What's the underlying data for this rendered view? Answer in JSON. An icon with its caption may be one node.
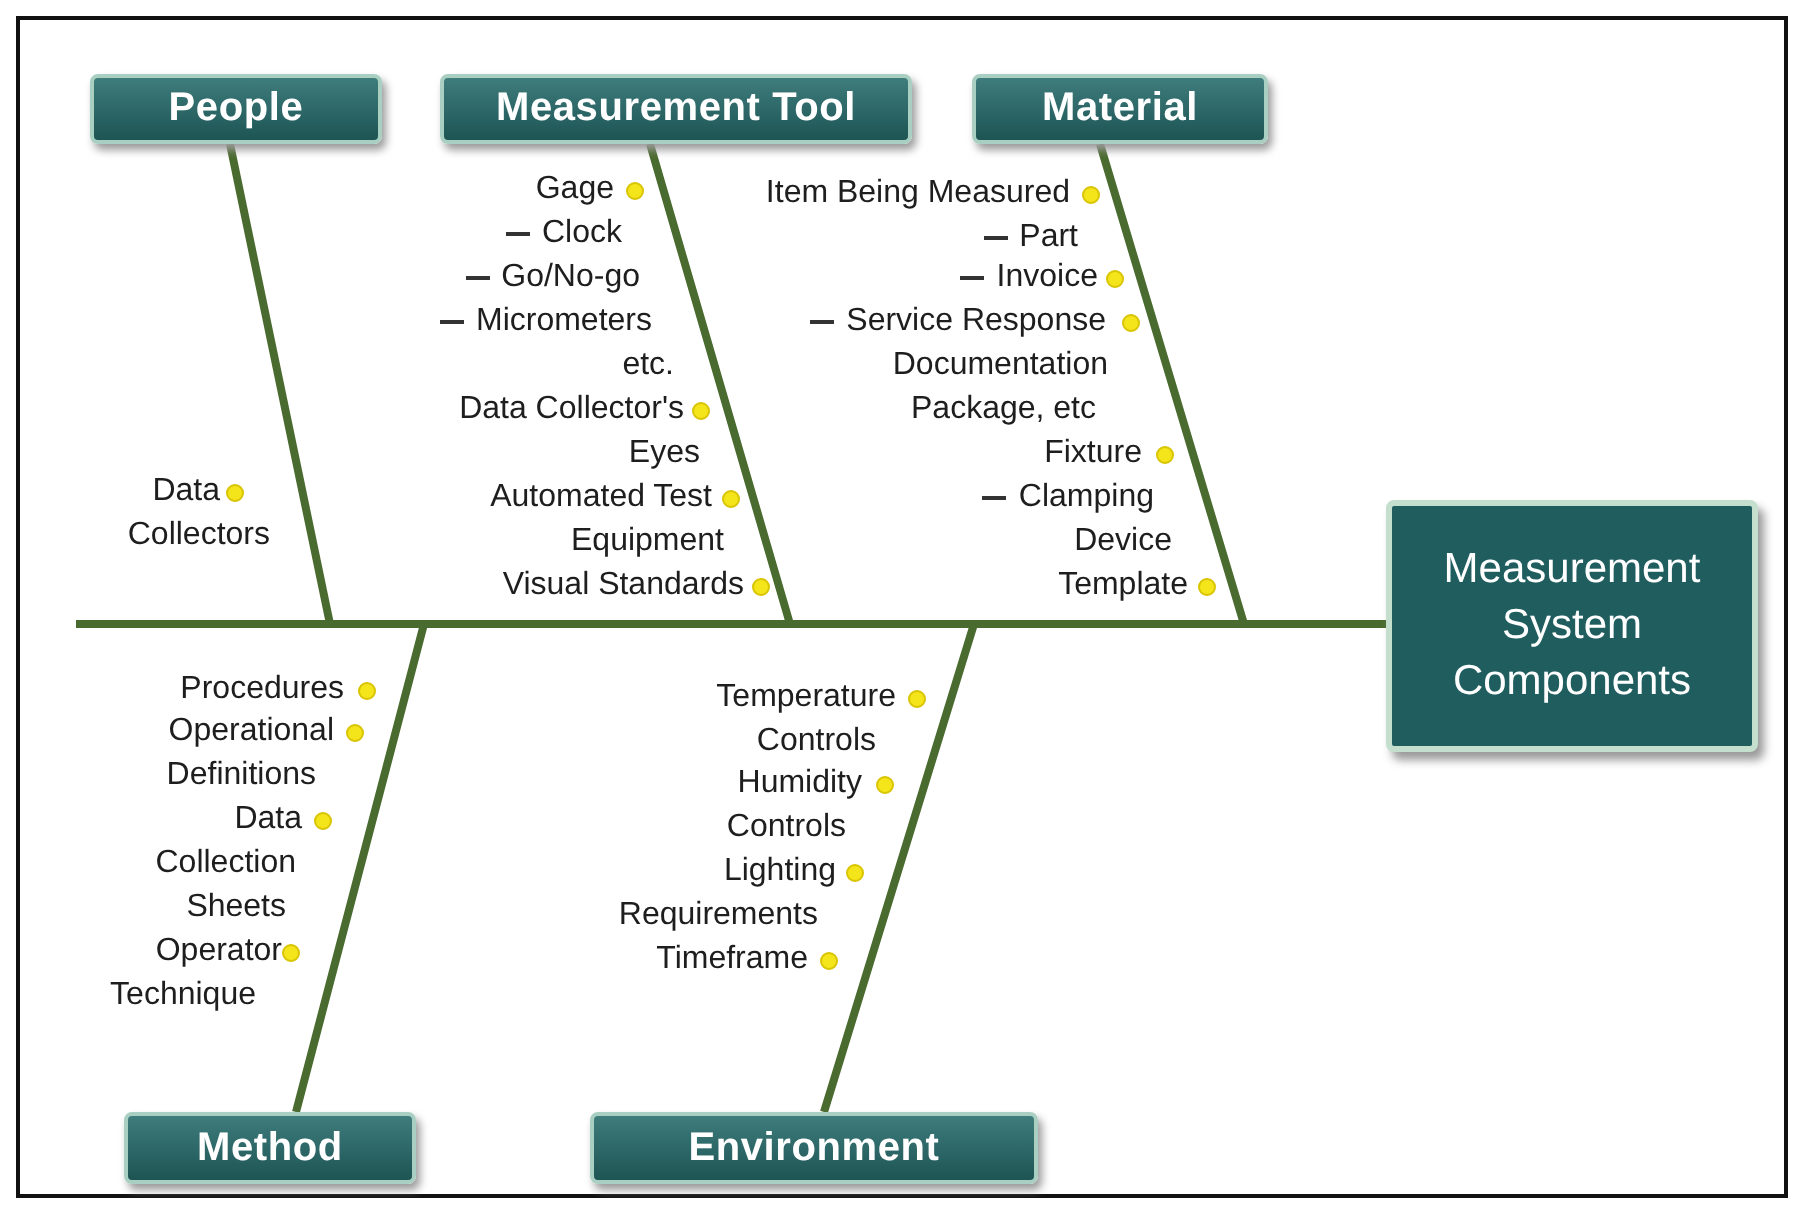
{
  "diagram": {
    "nodes": [
      {
        "text": [
          "People"
        ]
      },
      {
        "text": [
          "Measurement Tool"
        ]
      },
      {
        "text": [
          "Material"
        ]
      },
      {
        "text": [
          "Measurement System Components"
        ]
      },
      {
        "text": [
          "Method"
        ]
      },
      {
        "text": [
          "Environment"
        ]
      }
    ],
    "edges": [
      {
        "from": 0,
        "to": 3,
        "arrow": "none"
      },
      {
        "from": 1,
        "to": 3,
        "arrow": "none"
      },
      {
        "from": 2,
        "to": 3,
        "arrow": "none"
      },
      {
        "from": 4,
        "to": 3,
        "arrow": "none"
      },
      {
        "from": 5,
        "to": 3,
        "arrow": "none"
      }
    ],
    "labels": [
      "Data Collectors",
      "Gage",
      "Clock",
      "Go/No-go",
      "Micrometers etc.",
      "Data Collector's Eyes",
      "Automated Test Equipment",
      "Visual Standards",
      "Item Being Measured",
      "Part",
      "Invoice",
      "Service Response Documentation Package, etc",
      "Fixture",
      "Clamping Device",
      "Template",
      "Procedures",
      "Operational Definitions",
      "Data Collection Sheets",
      "Operator Technique",
      "Temperature Controls",
      "Humidity Controls",
      "Lighting Requirements",
      "Timeframe"
    ]
  }
}
